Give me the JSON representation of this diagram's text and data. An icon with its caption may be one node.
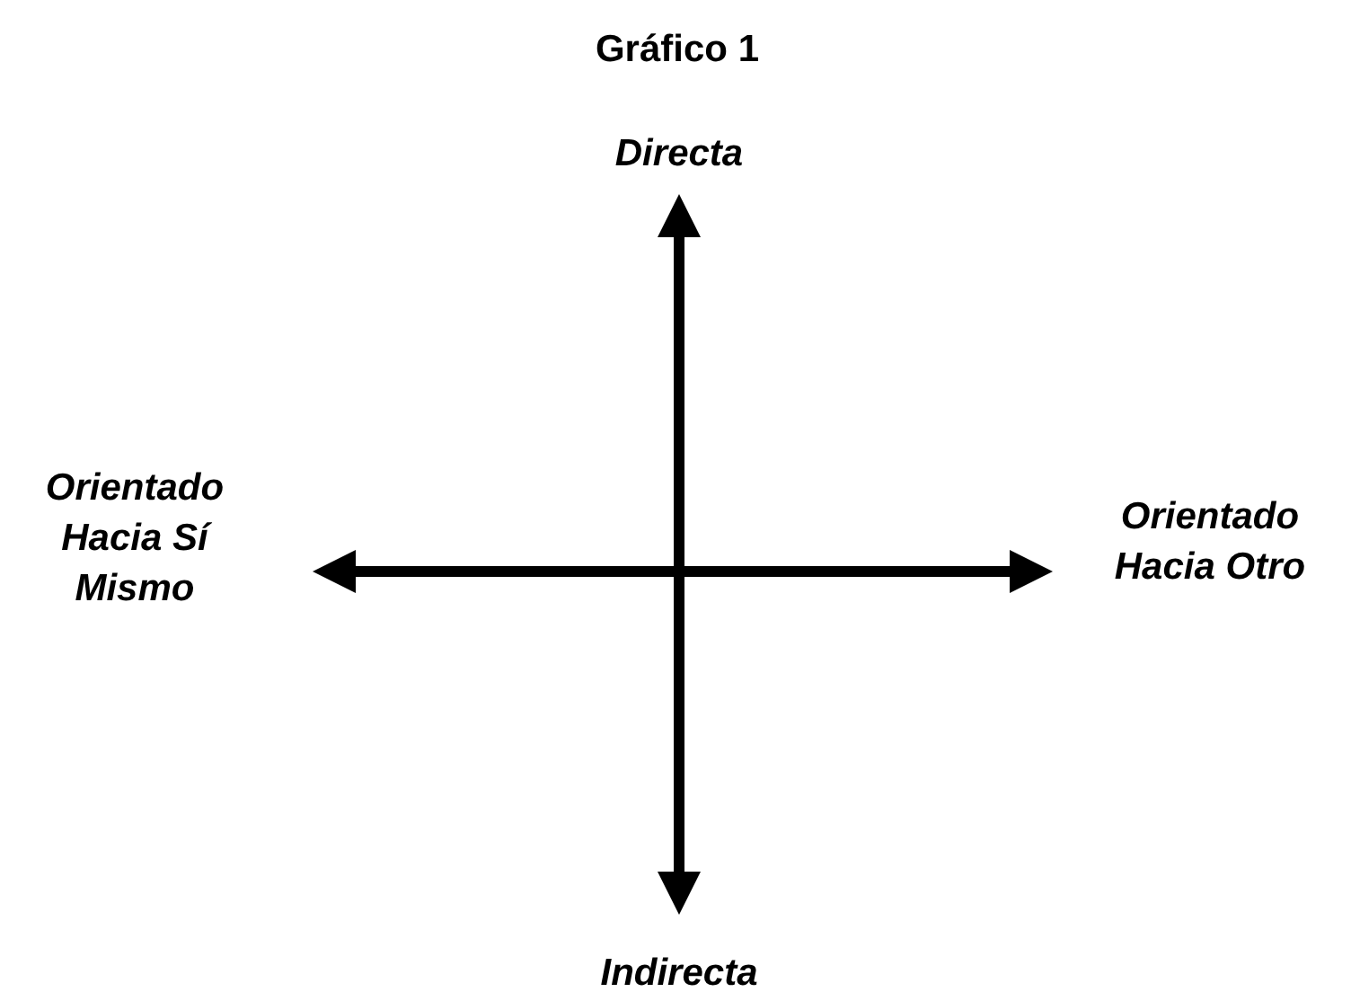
{
  "diagram": {
    "title": "Gráfico 1",
    "labels": [
      "Directa",
      "Orientado Hacia Sí Mismo",
      "Orientado Hacia Otro",
      "Indirecta"
    ]
  }
}
